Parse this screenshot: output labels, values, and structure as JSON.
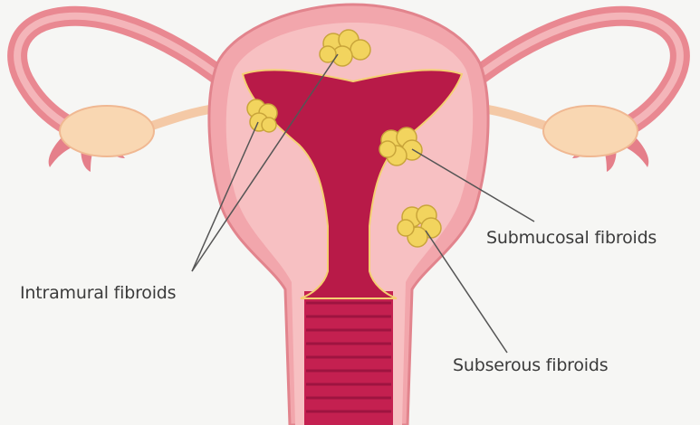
{
  "labels": {
    "intramural": "Intramural fibroids",
    "submucosal": "Submucosal fibroids",
    "subserous": "Subserous fibroids"
  },
  "colors": {
    "background": "#f6f6f4",
    "uterus_outer": "#f2a6ac",
    "uterus_wall": "#f7c0c2",
    "cavity": "#b81a48",
    "tube": "#e98891",
    "ovary": "#f9d7b2",
    "fibroid": "#f2d45e",
    "leader_line": "#555555"
  }
}
